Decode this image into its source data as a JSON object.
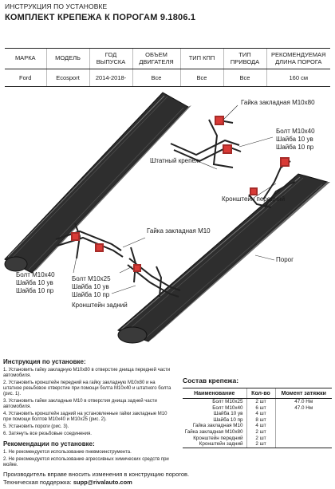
{
  "header": {
    "instruction": "ИНСТРУКЦИЯ ПО УСТАНОВКЕ",
    "title": "КОМПЛЕКТ КРЕПЕЖА К ПОРОГАМ 9.1806.1"
  },
  "spec_table": {
    "headers": [
      "МАРКА",
      "МОДЕЛЬ",
      "ГОД ВЫПУСКА",
      "ОБЪЕМ ДВИГАТЕЛЯ",
      "ТИП КПП",
      "ТИП ПРИВОДА",
      "РЕКОМЕНДУЕМАЯ ДЛИНА ПОРОГА"
    ],
    "row": [
      "Ford",
      "Ecosport",
      "2014-2018-",
      "Все",
      "Все",
      "Все",
      "160 см"
    ]
  },
  "labels": {
    "nut_m10x80": "Гайка закладная М10х80",
    "bolt_top": "Болт М10х40",
    "washer_uv_top": "Шайба 10 ув",
    "washer_pr_top": "Шайба 10 пр",
    "std_mount": "Штатный крепеж",
    "bracket_front": "Кронштейн передний",
    "nut_m10": "Гайка закладная М10",
    "threshold": "Порог",
    "bolt_left": "Болт М10х40",
    "washer_uv_left": "Шайба 10 ув",
    "washer_pr_left": "Шайба 10 пр",
    "bolt_m10x25": "Болт М10х25",
    "washer_uv_mid": "Шайба 10 ув",
    "washer_pr_mid": "Шайба 10 пр",
    "bracket_rear": "Кронштейн задний"
  },
  "instructions": {
    "title": "Инструкция по установке:",
    "steps": [
      {
        "num": "1.",
        "text": "Установить гайку закладную М10х80 в отверстие днища передней части автомобиля."
      },
      {
        "num": "2.",
        "text": "Установить кронштейн передний на гайку закладную М10х80 и на штатное резьбовое отверстие при помощи болта М10х40 и штатного болта (рис. 1)."
      },
      {
        "num": "3.",
        "text": "Установить гайки закладные М10 в отверстия днища задней части автомобиля."
      },
      {
        "num": "4.",
        "text": "Установить кронштейн задний на установленные гайки закладные М10 при помощи болтов М10х40 и М10х25 (рис. 2)."
      },
      {
        "num": "5.",
        "text": "Установить пороги (рис. 3)."
      },
      {
        "num": "6.",
        "text": "Затянуть все резьбовые соединения."
      }
    ]
  },
  "recommendations": {
    "title": "Рекомендации по установке:",
    "items": [
      {
        "num": "1.",
        "text": "Не рекомендуется использование пневмоинструмента."
      },
      {
        "num": "2.",
        "text": "Не рекомендуется использование агрессивных химических средств при мойке."
      }
    ]
  },
  "kit": {
    "title": "Состав крепежа:",
    "headers": [
      "Наименование",
      "Кол-во",
      "Момент затяжки"
    ],
    "rows": [
      [
        "Болт М10х25",
        "2 шт",
        "47.0 Нм"
      ],
      [
        "Болт М10х40",
        "6 шт",
        "47.0 Нм"
      ],
      [
        "Шайба 10 ув",
        "4 шт",
        ""
      ],
      [
        "Шайба 10 пр",
        "8 шт",
        ""
      ],
      [
        "Гайка закладная М10",
        "4 шт",
        ""
      ],
      [
        "Гайка закладная М10х80",
        "2 шт",
        ""
      ],
      [
        "Кронштейн передний",
        "2 шт",
        ""
      ],
      [
        "Кронштейн задний",
        "2 шт",
        ""
      ]
    ]
  },
  "footer": {
    "line1": "Производитель вправе вносить изменения в конструкцию порогов.",
    "support_label": "Техническая поддержка:",
    "support_email": "supp@rivalauto.com"
  },
  "colors": {
    "accent_red": "#d93a36",
    "threshold_dark": "#2f2f2f"
  }
}
